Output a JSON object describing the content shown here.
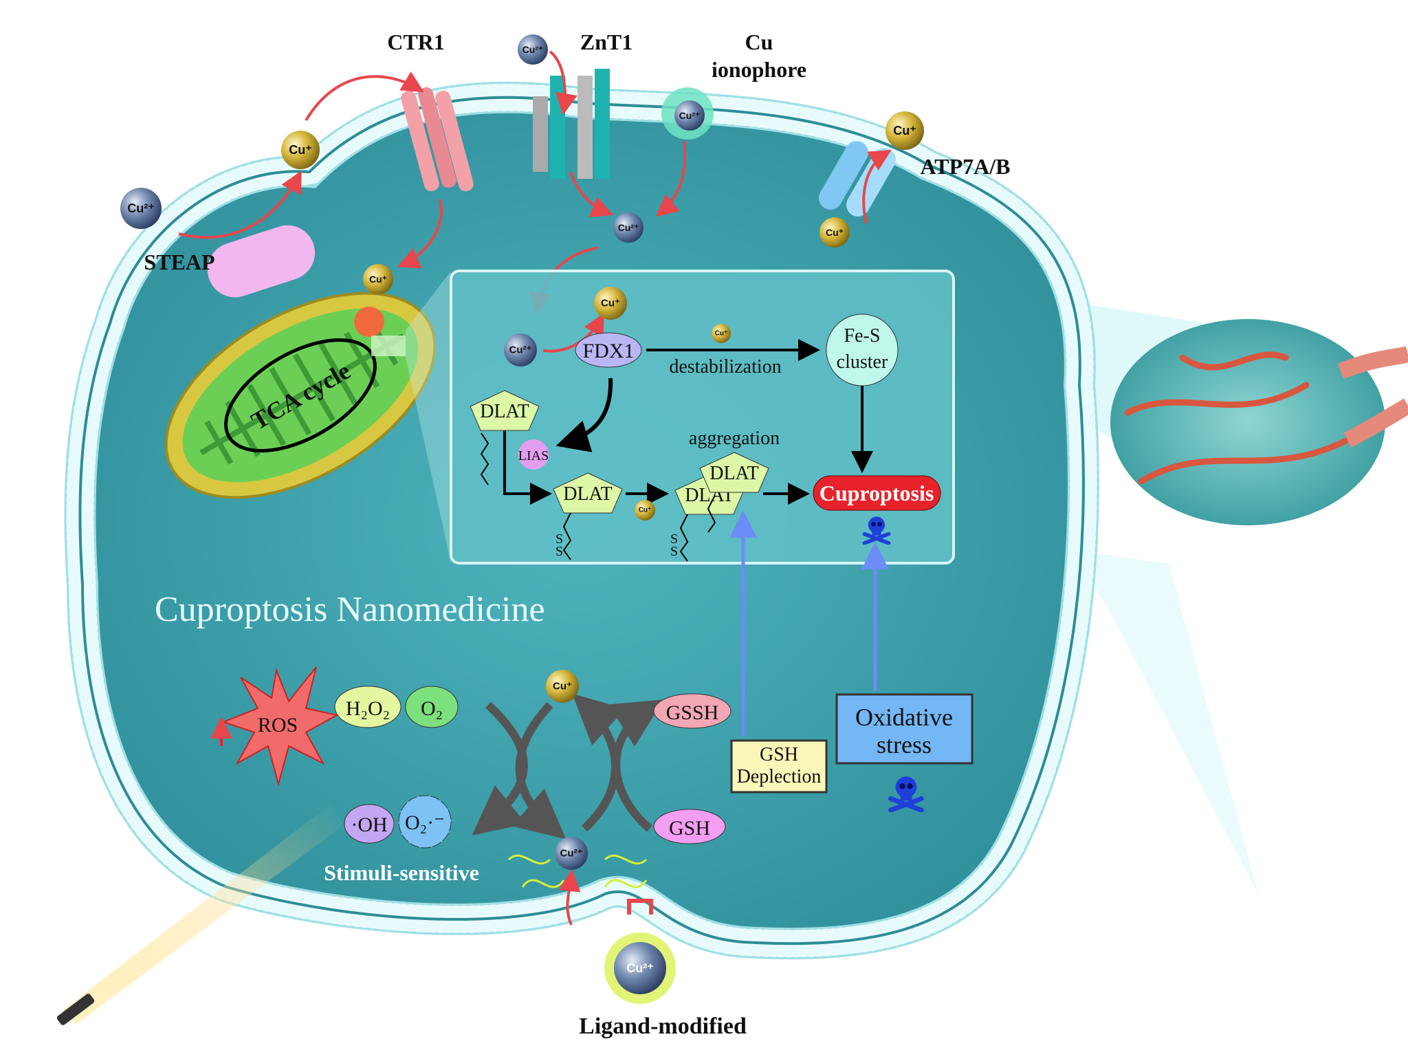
{
  "labels": {
    "ctr1": "CTR1",
    "znt1": "ZnT1",
    "cu_ionophore_line1": "Cu",
    "cu_ionophore_line2": "ionophore",
    "atp7": "ATP7A/B",
    "steap": "STEAP",
    "tca": "TCA cycle",
    "title": "Cuproptosis Nanomedicine",
    "stimuli": "Stimuli-sensitive",
    "ligand": "Ligand-modified"
  },
  "ions": {
    "cu2": "Cu²⁺",
    "cu1": "Cu⁺"
  },
  "inset": {
    "fdx1": "FDX1",
    "destabilization": "destabilization",
    "fes_line1": "Fe-S",
    "fes_line2": "cluster",
    "dlat": "DLAT",
    "lias": "LIAS",
    "aggregation": "aggregation",
    "cuproptosis": "Cuproptosis",
    "sulfur": "S"
  },
  "redox": {
    "ros": "ROS",
    "h2o2": "H₂O₂",
    "o2": "O₂",
    "oh": "·OH",
    "superoxide": "O₂·⁻",
    "gssh": "GSSH",
    "gsh": "GSH"
  },
  "boxes": {
    "gsh_depletion_line1": "GSH",
    "gsh_depletion_line2": "Deplection",
    "oxidative_line1": "Oxidative",
    "oxidative_line2": "stress"
  },
  "icons": [
    "skull-crossbones-icon",
    "arrow-icon"
  ],
  "colors": {
    "cell": "#4aa9b3",
    "membrane": "#c9f1f4",
    "cuproptosis": "#e8222b",
    "skull": "#1f3fd8",
    "arrow_red": "#e8464b",
    "arrow_blue": "#6d8cf5"
  }
}
